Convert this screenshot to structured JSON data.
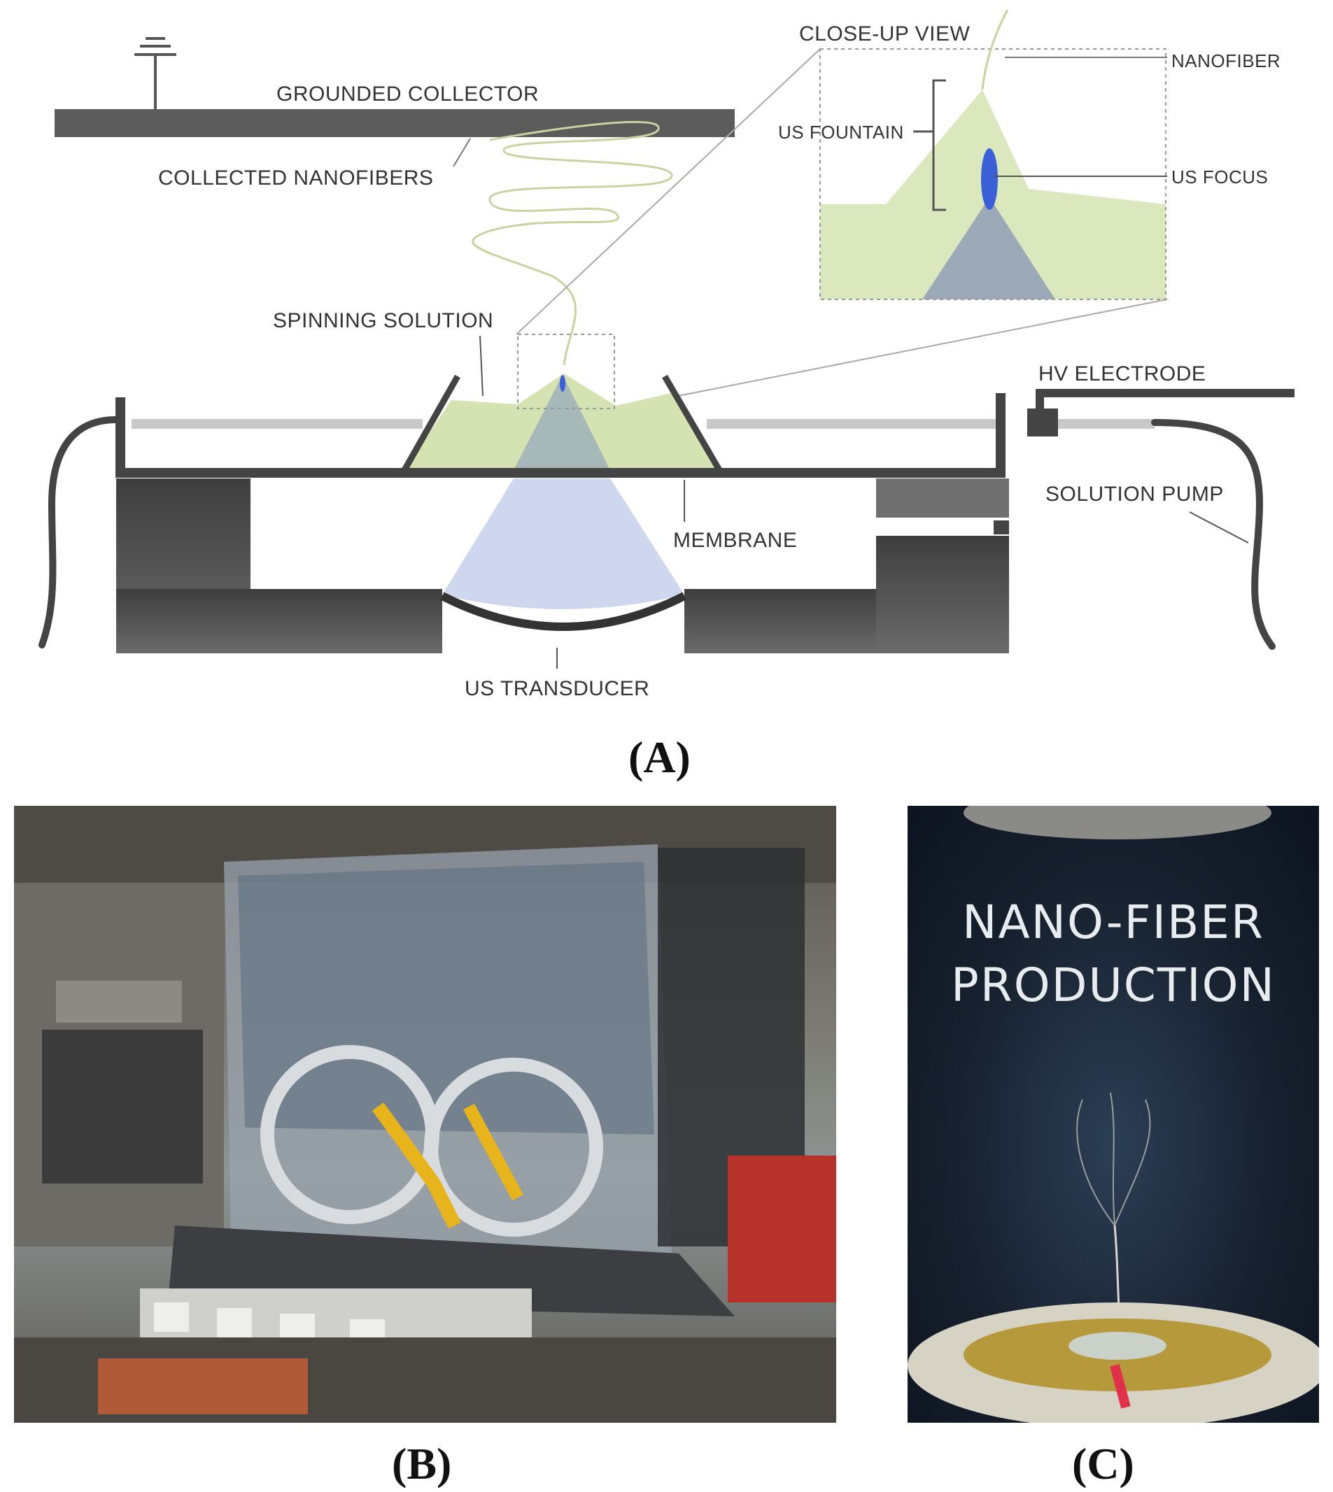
{
  "labels": {
    "grounded_collector": "GROUNDED COLLECTOR",
    "collected_nanofibers": "COLLECTED NANOFIBERS",
    "spinning_solution": "SPINNING SOLUTION",
    "close_up_view": "CLOSE-UP VIEW",
    "nanofiber": "NANOFIBER",
    "us_fountain": "US FOUNTAIN",
    "us_focus": "US FOCUS",
    "hv_electrode": "HV ELECTRODE",
    "solution_pump": "SOLUTION PUMP",
    "membrane": "MEMBRANE",
    "us_transducer": "US TRANSDUCER"
  },
  "panels": {
    "a": "(A)",
    "b": "(B)",
    "c": "(C)"
  },
  "photo_c": {
    "line1": "NANO-FIBER",
    "line2": "PRODUCTION"
  },
  "colors": {
    "dark_gray": "#555555",
    "solution_green": "#d6e4b4",
    "ultrasound_blue": "#ccd4ee",
    "focus_blue": "#3a5fd6",
    "cone_overlap": "#9fb0ba"
  }
}
